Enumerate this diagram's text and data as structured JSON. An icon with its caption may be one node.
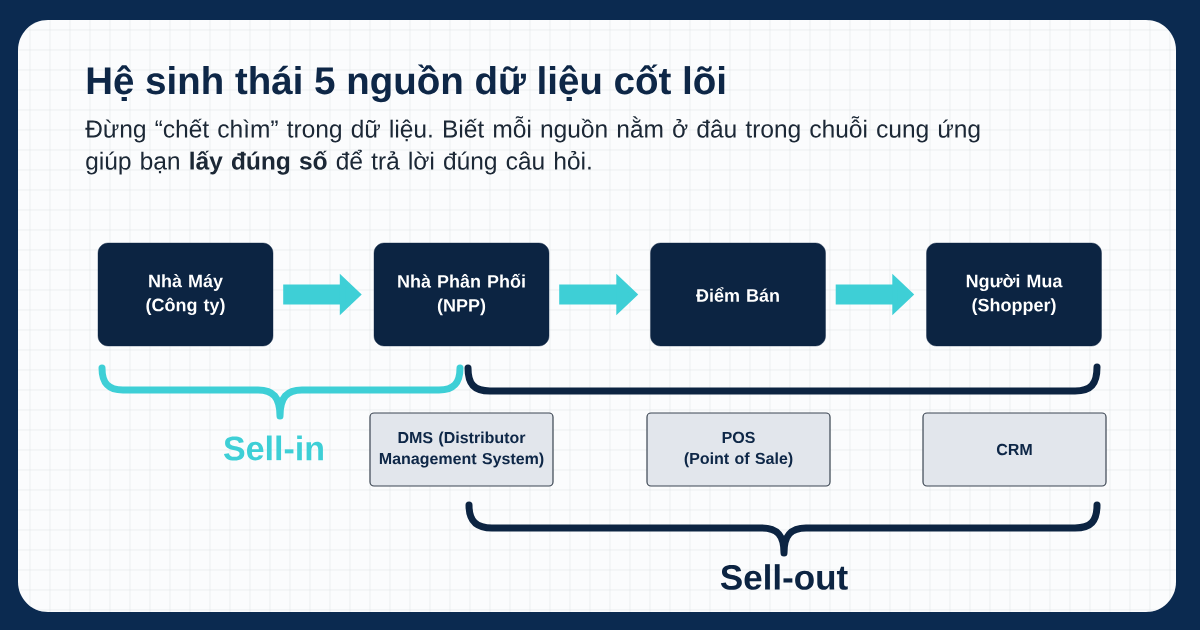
{
  "diagram": {
    "title": "Hệ sinh thái 5 nguồn dữ liệu cốt lõi",
    "nodes": [
      {
        "text": [
          "Nhà Máy (Công ty)"
        ]
      },
      {
        "text": [
          "Nhà Phân Phối (NPP)"
        ]
      },
      {
        "text": [
          "Điểm Bán"
        ]
      },
      {
        "text": [
          "Người Mua (Shopper)"
        ]
      },
      {
        "text": [
          "DMS (Distributor Management System)"
        ]
      },
      {
        "text": [
          "POS (Point of Sale)"
        ]
      },
      {
        "text": [
          "CRM"
        ]
      }
    ],
    "edges": [
      {
        "from": 0,
        "to": 1,
        "arrow": "to"
      },
      {
        "from": 1,
        "to": 2,
        "arrow": "to"
      },
      {
        "from": 2,
        "to": 3,
        "arrow": "to"
      }
    ],
    "labels": [
      "Đừng “chết chìm” trong dữ liệu. Biết mỗi nguồn nằm ở đâu trong chuỗi cung ứng giúp bạn **lấy đúng số** để trả lời đúng câu hỏi.",
      "Sell-in",
      "Sell-out"
    ]
  }
}
